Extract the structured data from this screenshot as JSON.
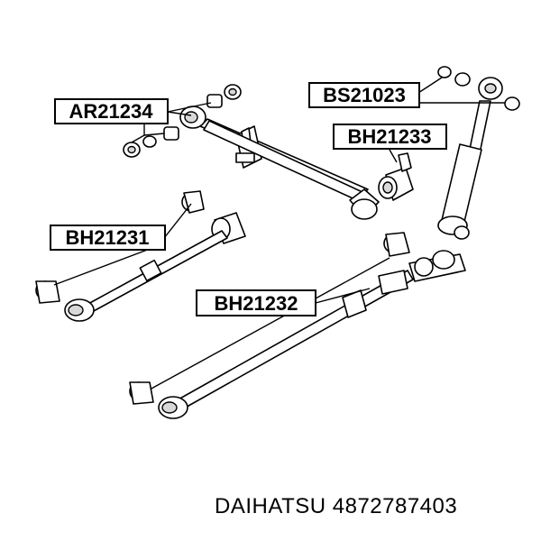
{
  "labels": {
    "ar": "AR21234",
    "bs": "BS21023",
    "bh33": "BH21233",
    "bh31": "BH21231",
    "bh32": "BH21232"
  },
  "footer": {
    "brand": "DAIHATSU",
    "part_number": "4872787403"
  }
}
